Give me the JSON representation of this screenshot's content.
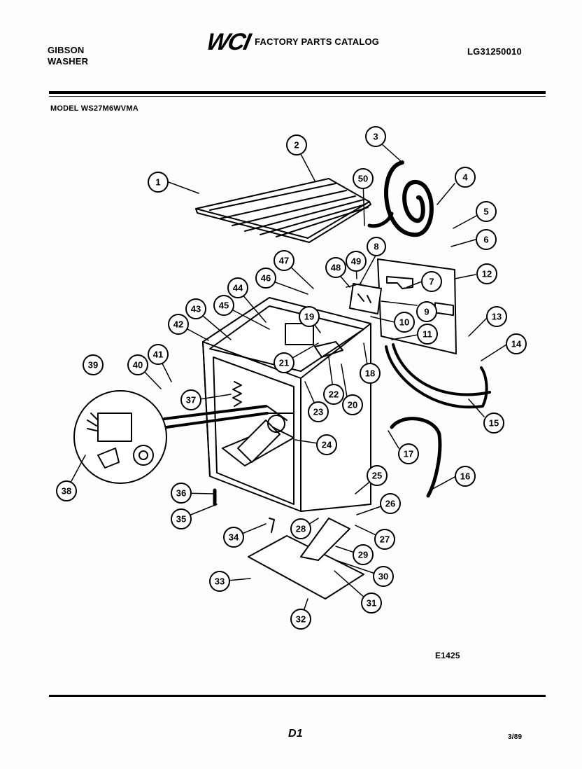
{
  "header": {
    "brand_line1": "GIBSON",
    "brand_line2": "WASHER",
    "logo": "WCI",
    "catalog_title": "FACTORY PARTS CATALOG",
    "catalog_number": "LG31250010",
    "model_line": "MODEL WS27M6WVMA"
  },
  "footer": {
    "figure_code": "E1425",
    "page_number": "D1",
    "date": "3/89"
  },
  "callouts": [
    "1",
    "2",
    "3",
    "4",
    "5",
    "6",
    "7",
    "8",
    "9",
    "10",
    "11",
    "12",
    "13",
    "14",
    "15",
    "16",
    "17",
    "18",
    "19",
    "20",
    "21",
    "22",
    "23",
    "24",
    "25",
    "26",
    "27",
    "28",
    "29",
    "30",
    "31",
    "32",
    "33",
    "34",
    "35",
    "36",
    "37",
    "38",
    "39",
    "40",
    "41",
    "42",
    "43",
    "44",
    "45",
    "46",
    "47",
    "48",
    "49",
    "50"
  ]
}
